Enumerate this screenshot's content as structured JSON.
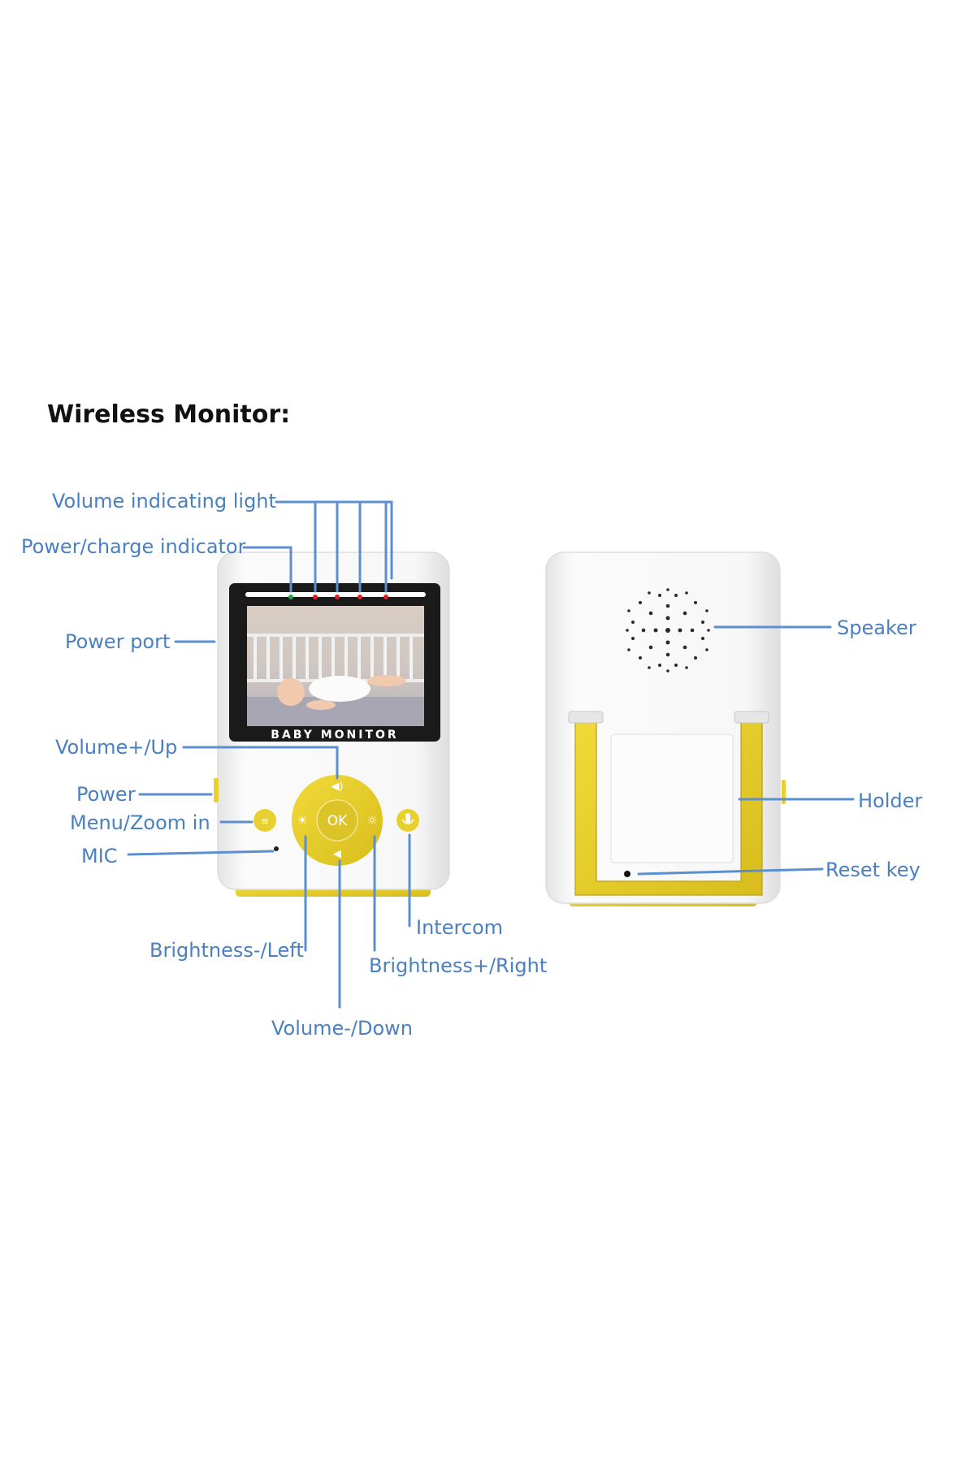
{
  "heading": "Wireless Monitor:",
  "colors": {
    "label": "#4a7fc0",
    "line": "#5b8fd0",
    "accent_yellow": "#e8d030",
    "body_white": "#f6f6f6",
    "screen_frame": "#1a1a1a"
  },
  "front": {
    "screen_brand": "BABY MONITOR",
    "ok_button": "OK",
    "labels": {
      "volume_indicating_light": "Volume indicating light",
      "power_charge_indicator": "Power/charge indicator",
      "power_port": "Power port",
      "volume_up": "Volume+/Up",
      "power": "Power",
      "menu_zoom": "Menu/Zoom in",
      "mic": "MIC",
      "brightness_left": "Brightness-/Left",
      "intercom": "Intercom",
      "brightness_right": "Brightness+/Right",
      "volume_down": "Volume-/Down"
    }
  },
  "back": {
    "labels": {
      "speaker": "Speaker",
      "holder": "Holder",
      "reset_key": "Reset key"
    }
  }
}
